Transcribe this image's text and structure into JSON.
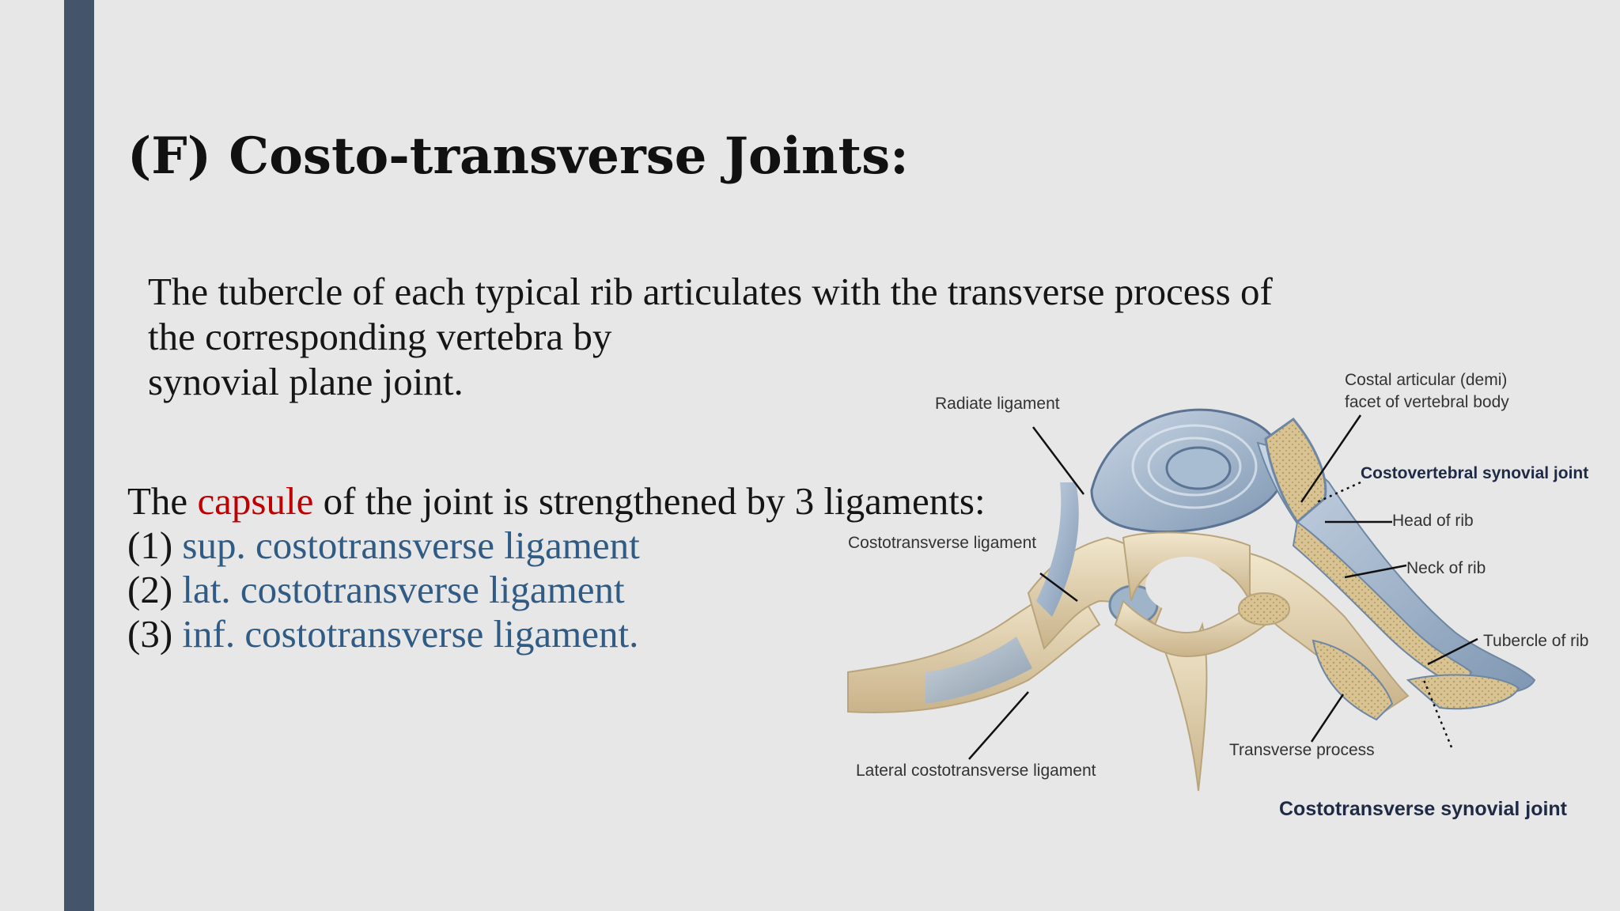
{
  "title": "(F) Costo-transverse Joints:",
  "intro": {
    "line1": "The tubercle of each typical rib articulates with the transverse process of",
    "line2": "the corresponding vertebra by",
    "line3": "synovial plane joint."
  },
  "capsule": {
    "prefix": "The ",
    "keyword": "capsule",
    "suffix": " of the joint is strengthened by 3 ligaments:",
    "items": [
      {
        "num": "(1) ",
        "text": "sup. costotransverse ligament"
      },
      {
        "num": "(2) ",
        "text": "lat. costotransverse ligament"
      },
      {
        "num": "(3) ",
        "text": "inf. costotransverse ligament."
      }
    ]
  },
  "figure_labels": {
    "radiate": "Radiate ligament",
    "costal_facet_1": "Costal articular (demi)",
    "costal_facet_2": "facet of vertebral body",
    "costovertebral_joint": "Costovertebral synovial joint",
    "head_of_rib": "Head of rib",
    "neck_of_rib": "Neck of rib",
    "costotransverse_lig": "Costotransverse ligament",
    "tubercle_of_rib": "Tubercle of rib",
    "transverse_process": "Transverse process",
    "lateral_lig": "Lateral costotransverse ligament",
    "costotransverse_joint": "Costotransverse synovial joint"
  },
  "colors": {
    "sidebar": "#44546a",
    "accent_red": "#c00000",
    "accent_blue": "#2f5b85"
  }
}
